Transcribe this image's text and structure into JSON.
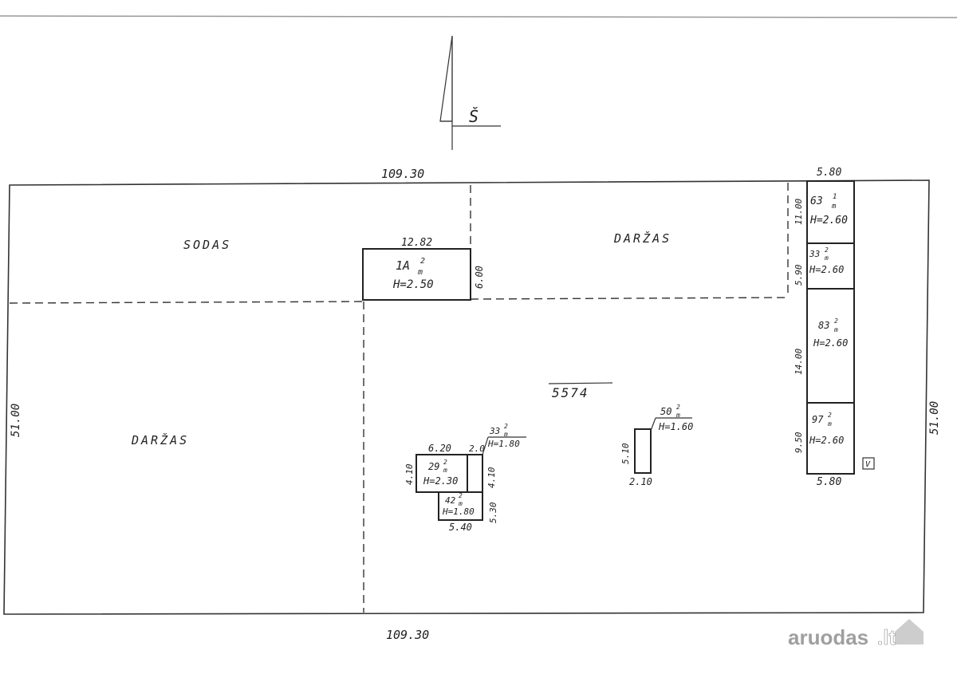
{
  "north": {
    "label": "Š"
  },
  "dimensions": {
    "top_length": "109.30",
    "bottom_length": "109.30",
    "left_width": "51.00",
    "right_width": "51.00"
  },
  "plot_number": "5574",
  "zones": {
    "sodas": "SODAS",
    "darzas_top": "DARŽAS",
    "darzas_left": "DARŽAS"
  },
  "buildings": {
    "b1": {
      "top_dim": "12.82",
      "side_dim": "6.00",
      "area": "1A",
      "area_sup": "2",
      "area_sub": "m",
      "height": "H=2.50"
    },
    "strip": {
      "top_dim": "5.80",
      "bottom_dim": "5.80",
      "marker": "V",
      "s1": {
        "area": "63",
        "area_sup": "1",
        "area_sub": "m",
        "height": "H=2.60",
        "side_dim": "11.00"
      },
      "s2": {
        "area": "33",
        "area_sup": "2",
        "area_sub": "m",
        "height": "H=2.60",
        "side_dim": "5.90"
      },
      "s3": {
        "area": "83",
        "area_sup": "2",
        "area_sub": "m",
        "height": "H=2.60",
        "side_dim": "14.00"
      },
      "s4": {
        "area": "97",
        "area_sup": "2",
        "area_sub": "m",
        "height": "H=2.60",
        "side_dim": "9.50"
      }
    },
    "b_small": {
      "area": "50",
      "area_sup": "2",
      "area_sub": "m",
      "height": "H=1.60",
      "side_dim": "5.10",
      "bottom_dim": "2.10"
    },
    "b_cluster": {
      "top_dim": "6.20",
      "mid_dim": "2.0",
      "side_dim": "4.10",
      "right_dim": "4.10",
      "right_dim2": "5.30",
      "bottom_dim": "5.40",
      "main": {
        "area": "29",
        "area_sup": "2",
        "area_sub": "m",
        "height": "H=2.30"
      },
      "annex": {
        "area": "33",
        "area_sup": "2",
        "area_sub": "m",
        "height": "H=1.80"
      },
      "low": {
        "area": "42",
        "area_sup": "2",
        "area_sub": "m",
        "height": "H=1.80"
      }
    }
  },
  "watermark": {
    "text": "aruodas",
    "suffix": ".lt",
    "color": "#8f8f8f",
    "accent": "#b9b9b9"
  }
}
